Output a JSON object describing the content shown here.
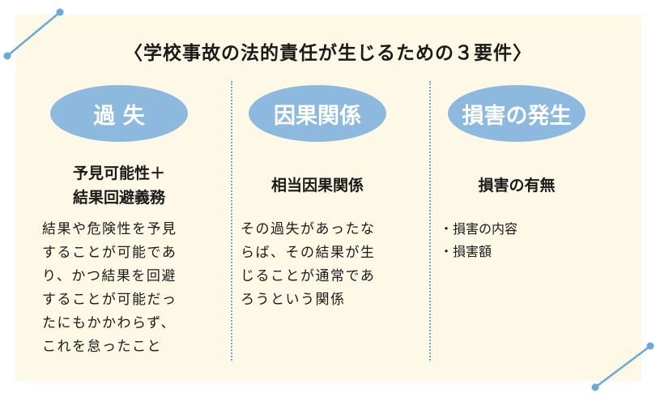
{
  "title": "〈学校事故の法的責任が生じるための３要件〉",
  "columns": [
    {
      "pill": "過 失",
      "sub_lines": [
        "予見可能性＋",
        "結果回避義務"
      ],
      "desc_lines": [
        "結果や危険性を予見",
        "することが可能であ",
        "り、かつ結果を回避",
        "することが可能だっ",
        "たにもかかわらず、",
        "これを怠ったこと"
      ]
    },
    {
      "pill": "因果関係",
      "sub_lines": [
        "相当因果関係"
      ],
      "desc_lines": [
        "その過失があったな",
        "らば、その結果が生",
        "じることが通常であ",
        "ろうという関係"
      ]
    },
    {
      "pill": "損害の発生",
      "sub_lines": [
        "損害の有無"
      ],
      "bullets": [
        "・損害の内容",
        "・損害額"
      ]
    }
  ],
  "colors": {
    "panel": "#fdf9e6",
    "pill": "#8eb9de",
    "accent_line": "#6aaad8"
  }
}
